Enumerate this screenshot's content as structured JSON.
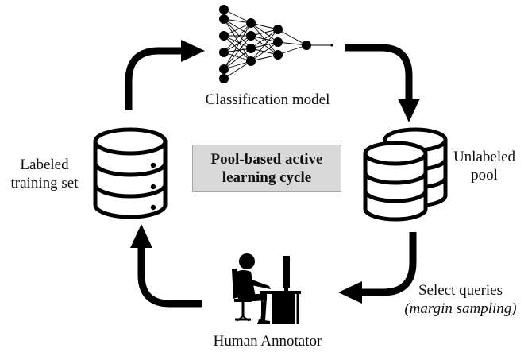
{
  "diagram": {
    "center_title": [
      "Pool-based active",
      "learning cycle"
    ],
    "nodes": {
      "model": {
        "label": "Classification model",
        "icon": "neural-network-icon"
      },
      "unlabeled": {
        "label": [
          "Unlabeled",
          "pool"
        ],
        "icon": "database-stack-icon"
      },
      "annotator": {
        "label": "Human Annotator",
        "icon": "person-at-computer-icon"
      },
      "labeled": {
        "label": [
          "Labeled",
          "training set"
        ],
        "icon": "database-icon"
      }
    },
    "edges": {
      "select": {
        "label": "Select queries",
        "sublabel": "(margin sampling)"
      }
    },
    "colors": {
      "arrow": "#000000",
      "box_fill": "#d9d9d9",
      "box_border": "#a6a6a6"
    }
  }
}
